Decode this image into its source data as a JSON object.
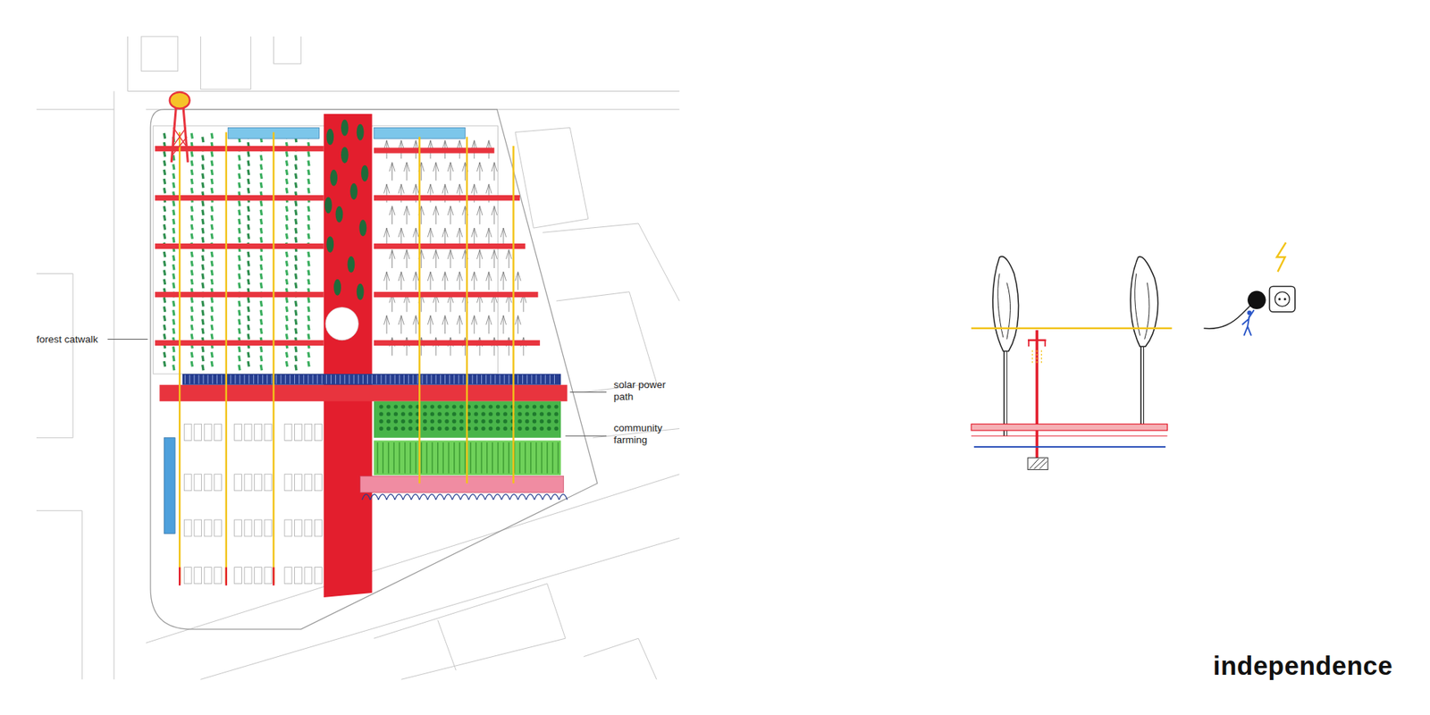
{
  "diagram": {
    "title": "independence",
    "labels": [
      "forest catwalk",
      "solar power path",
      "community farming"
    ]
  }
}
